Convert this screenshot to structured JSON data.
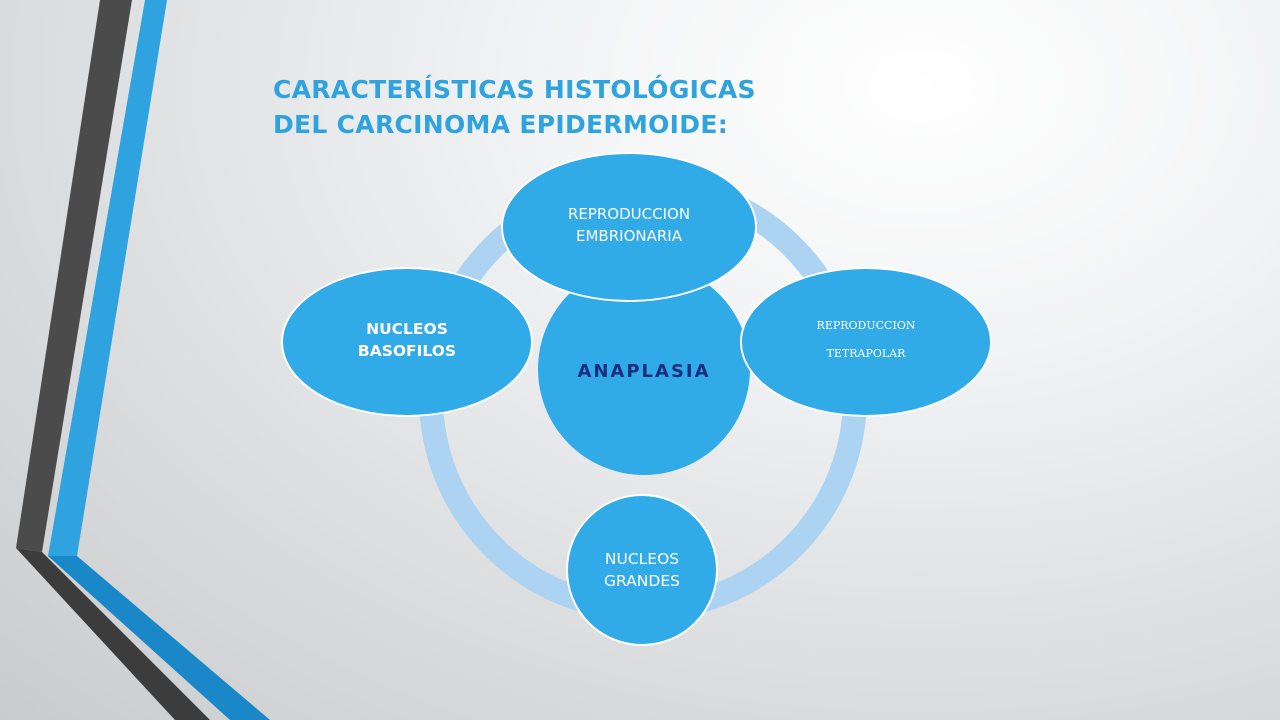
{
  "slide": {
    "title_line1": "CARACTERÍSTICAS HISTOLÓGICAS",
    "title_line2": "DEL  CARCINOMA EPIDERMOIDE:"
  },
  "diagram": {
    "center": "ANAPLASIA",
    "satellites": {
      "top": "REPRODUCCION EMBRIONARIA",
      "right": "REPRODUCCION TETRAPOLAR",
      "bottom": "NUCLEOS GRANDES",
      "left": "NUCLEOS BASOFILOS"
    }
  },
  "colors": {
    "title": "#2ea3df",
    "node_fill": "#31aae8",
    "ring": "#add3f3",
    "center_text": "#1a2e7e",
    "bar_dark": "#4b4b4b",
    "bar_blue": "#2ea3df"
  }
}
